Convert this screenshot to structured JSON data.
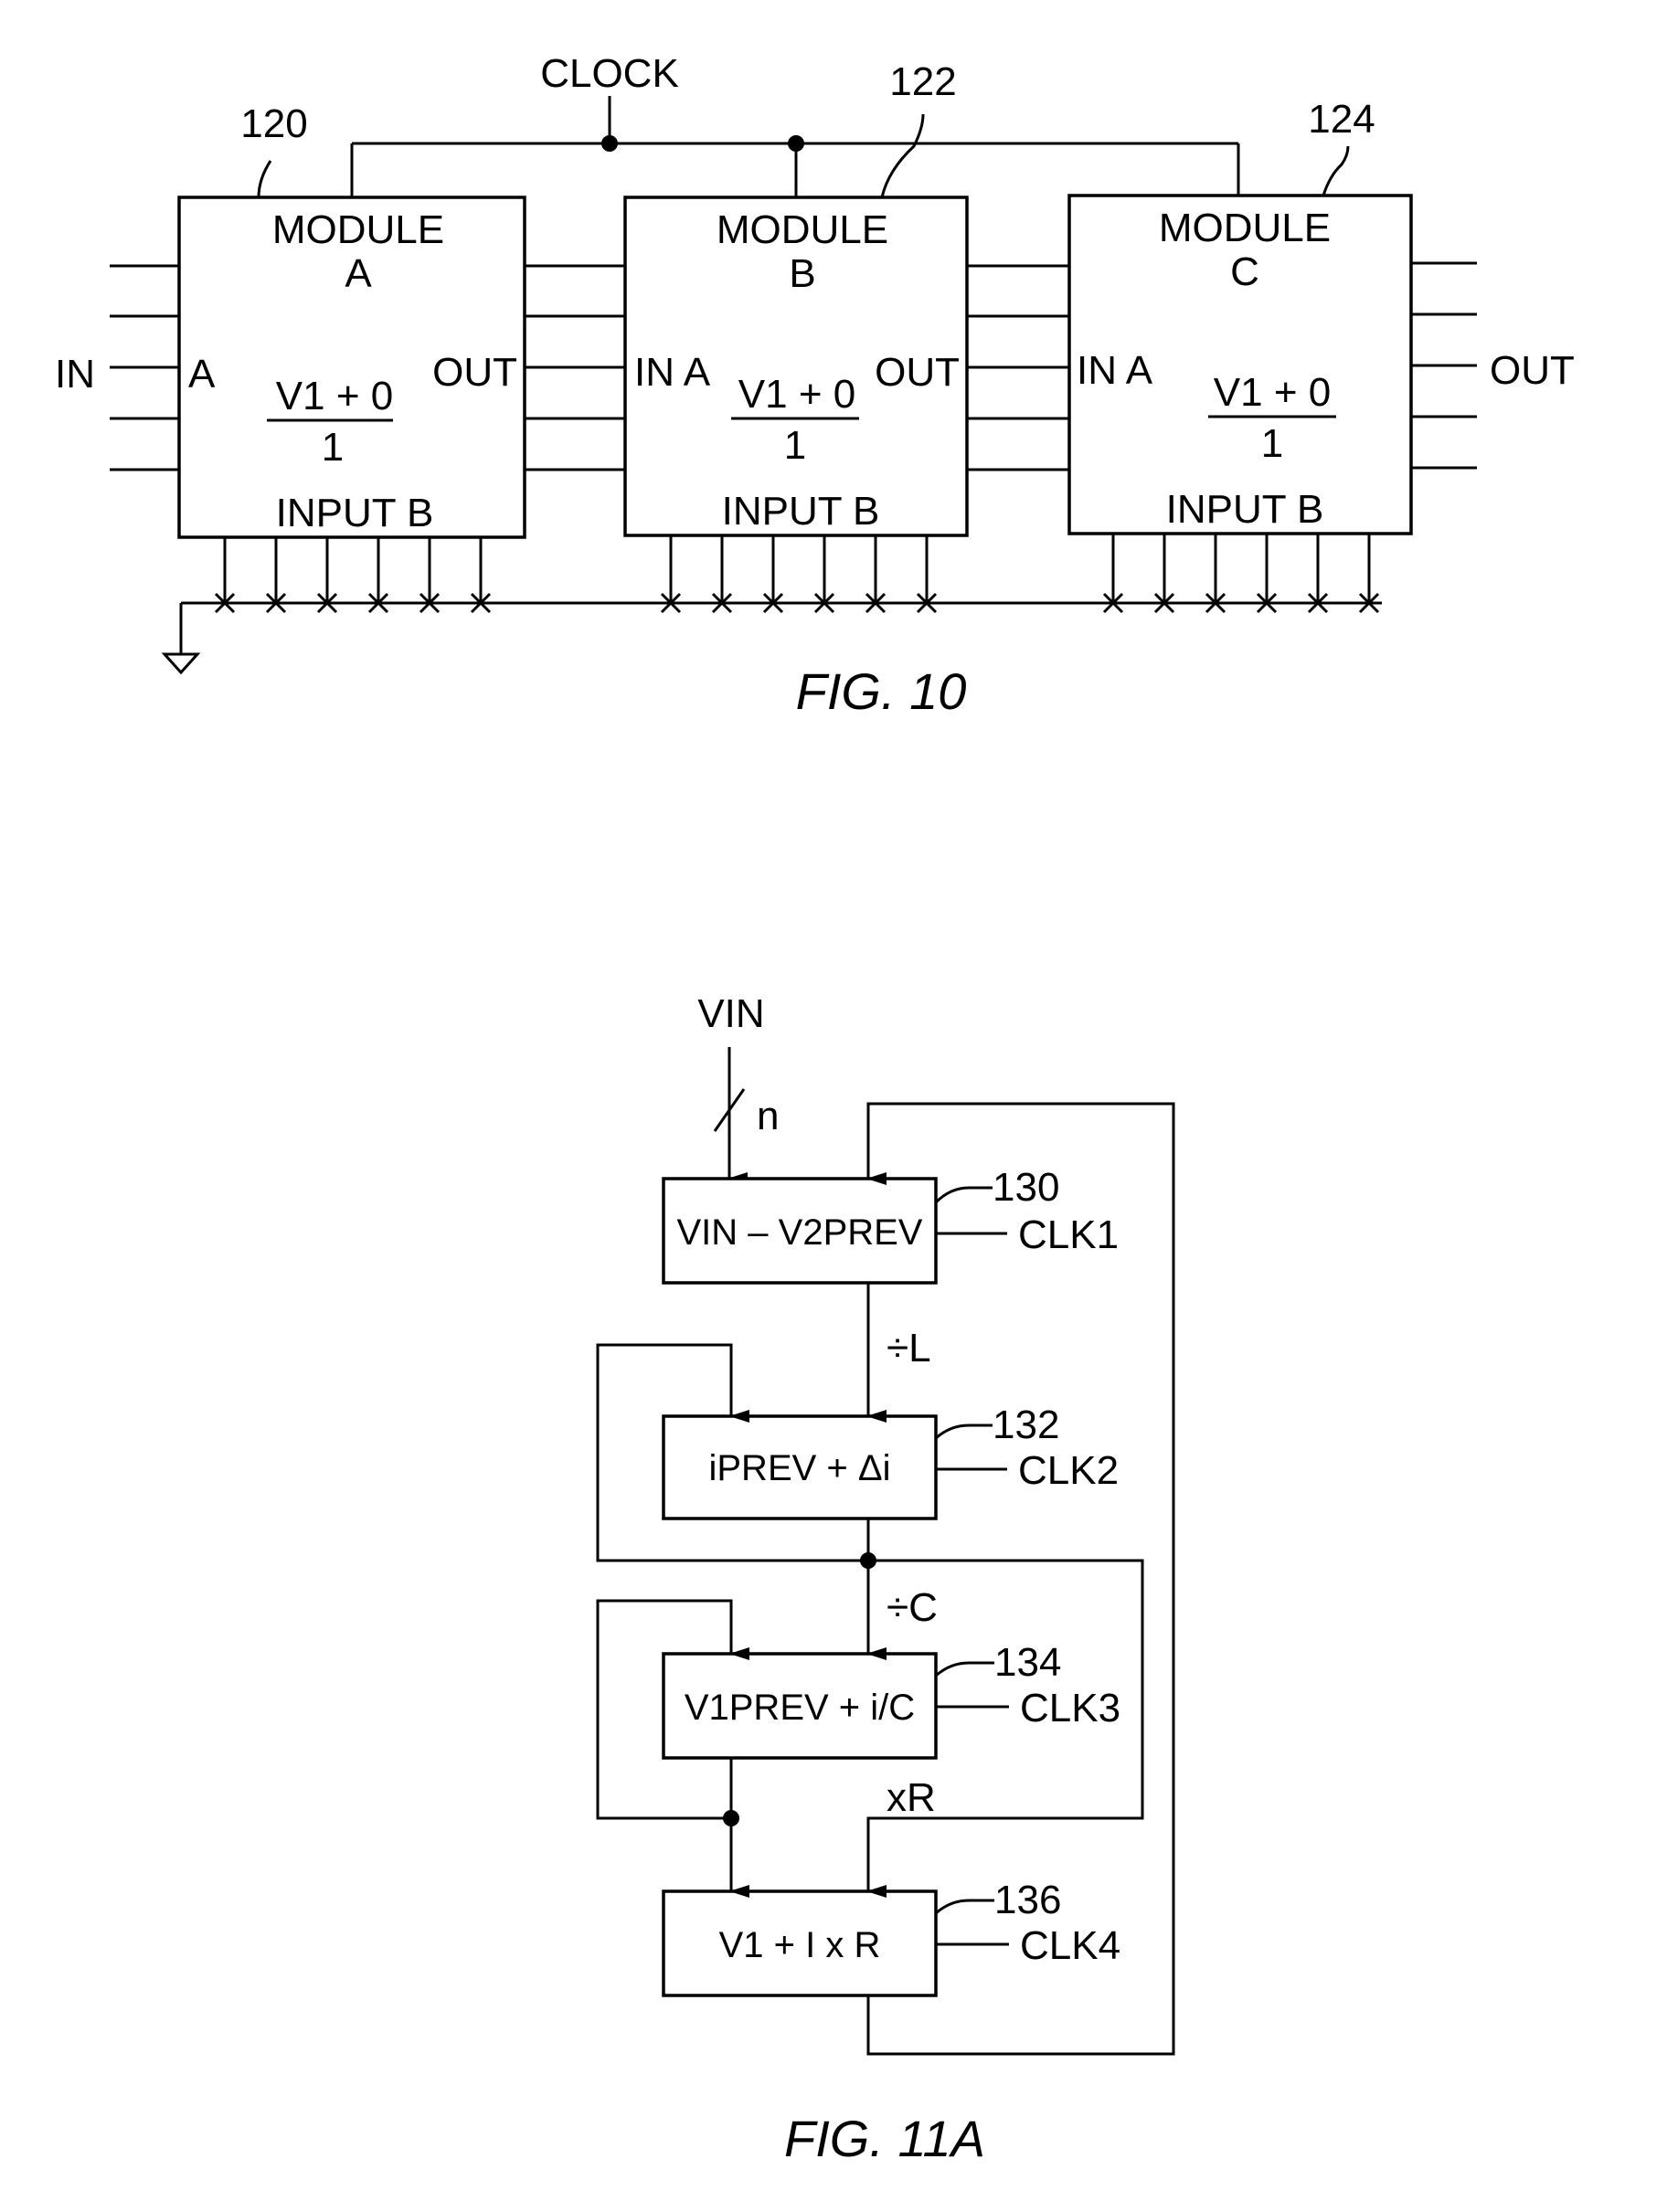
{
  "fig10": {
    "clock_label": "CLOCK",
    "in_label": "IN",
    "out_label": "OUT",
    "caption": "FIG. 10",
    "modules": [
      {
        "ref": "120",
        "title_line1": "MODULE",
        "title_line2": "A",
        "in_label": "A",
        "out_label": "OUT",
        "expr": "V1 + 0",
        "denominator": "1",
        "input_b": "INPUT  B"
      },
      {
        "ref": "122",
        "title_line1": "MODULE",
        "title_line2": "B",
        "in_label": "IN A",
        "out_label": "OUT",
        "expr": "V1 + 0",
        "denominator": "1",
        "input_b": "INPUT  B"
      },
      {
        "ref": "124",
        "title_line1": "MODULE",
        "title_line2": "C",
        "in_label": "IN A",
        "out_label": "",
        "expr": "V1 + 0",
        "denominator": "1",
        "input_b": "INPUT  B"
      }
    ]
  },
  "fig11a": {
    "vin_label": "VIN",
    "bus_width": "n",
    "div_l": "÷L",
    "div_c": "÷C",
    "mul_r": "xR",
    "caption": "FIG. 11A",
    "blocks": [
      {
        "ref": "130",
        "expr": "VIN – V2PREV",
        "clock": "CLK1"
      },
      {
        "ref": "132",
        "expr": "iPREV + Δi",
        "clock": "CLK2"
      },
      {
        "ref": "134",
        "expr": "V1PREV + i/C",
        "clock": "CLK3"
      },
      {
        "ref": "136",
        "expr": "V1 + I x R",
        "clock": "CLK4"
      }
    ]
  }
}
